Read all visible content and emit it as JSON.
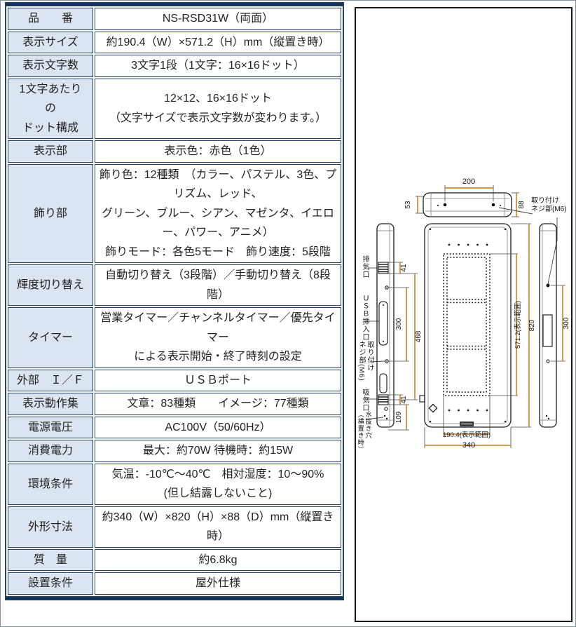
{
  "colors": {
    "table_border": "#26456b",
    "table_border_heavy": "#17365d",
    "header_bg": "#dbe5f1",
    "dim_line": "#c07b17",
    "drawing_line": "#1a1a1a"
  },
  "table": {
    "rows": [
      {
        "label": "品　　番",
        "value": "NS-RSD31W（両面）"
      },
      {
        "label": "表示サイズ",
        "value": "約190.4（W）×571.2（H）mm（縦置き時）"
      },
      {
        "label": "表示文字数",
        "value": "3文字1段（1文字：16×16ドット）"
      },
      {
        "label": "1文字あたり\nの\nドット構成",
        "value": "12×12、16×16ドット\n（文字サイズで表示文字数が変わります。）"
      },
      {
        "label": "表示部",
        "value": "表示色：赤色（1色）"
      },
      {
        "label": "飾り部",
        "value": "飾り色：12種類　（カラー、パステル、3色、プリズム、レッド、\nグリーン、ブルー、シアン、マゼンタ、イエロー、パワー、アニメ）\n飾りモード：各色5モード　飾り速度：5段階"
      },
      {
        "label": "輝度切り替え",
        "value": "自動切り替え（3段階）／手動切り替え（8段階）"
      },
      {
        "label": "タイマー",
        "value": "営業タイマー／チャンネルタイマー／優先タイマー\nによる表示開始・終了時刻の設定"
      },
      {
        "label": "外部　Ｉ／Ｆ",
        "value": "ＵＳＢポート"
      },
      {
        "label": "表示動作集",
        "value": "文章：83種類　　イメージ：77種類"
      },
      {
        "label": "電源電圧",
        "value": "AC100V（50/60Hz）"
      },
      {
        "label": "消費電力",
        "value": "最大：約70W 待機時：約15W"
      },
      {
        "label": "環境条件",
        "value": "気温：-10℃～40℃　相対湿度：10～90%\n(但し結露しないこと)"
      },
      {
        "label": "外形寸法",
        "value": "約340（W）×820（H）×88（D）mm（縦置き時）"
      },
      {
        "label": "質　量",
        "value": "約6.8kg"
      },
      {
        "label": "設置条件",
        "value": "屋外仕様"
      }
    ]
  },
  "diagram": {
    "dims": {
      "top_width": "200",
      "top_side": "53",
      "depth": "88",
      "vent_top": "41",
      "screw_span_left": "300",
      "body_span": "468",
      "vent_bottom": "41",
      "bottom_offset": "109",
      "display_height": "571.2(表示範囲)",
      "total_height": "820",
      "display_width": "190.4(表示範囲)",
      "total_width": "340",
      "screw_span_right": "300"
    },
    "labels": {
      "mount_screw": "取り付け\nネジ部(M6)",
      "exhaust": "排気口",
      "usb_port": "ＵＳＢ挿入口",
      "mount_screw_left": "取り付け\nネジ部(M6)",
      "intake": "吸気口",
      "drain_hole": "水抜き穴\n（横置き時）"
    }
  }
}
